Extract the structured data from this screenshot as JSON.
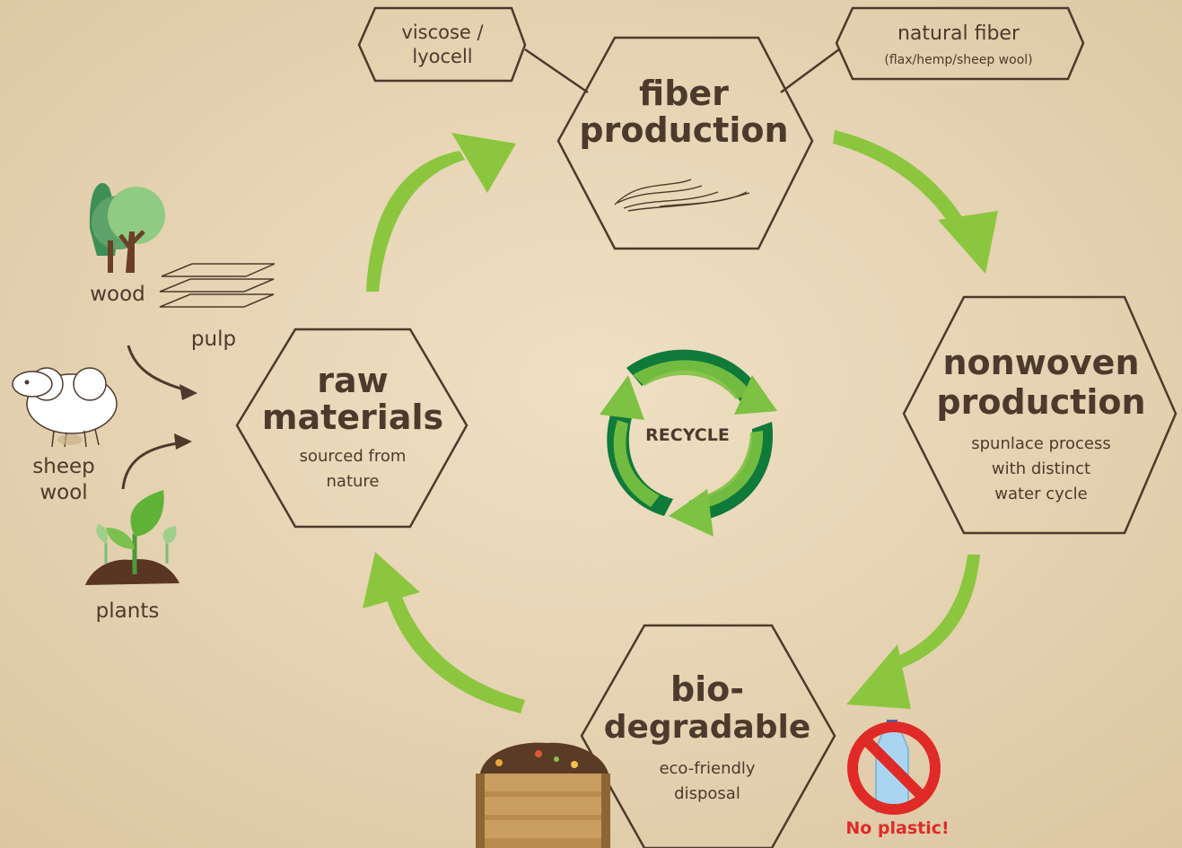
{
  "stages": {
    "fiber": {
      "title_1": "fiber",
      "title_2": "production"
    },
    "raw": {
      "title_1": "raw",
      "title_2": "materials",
      "sub_1": "sourced from",
      "sub_2": "nature"
    },
    "nonwoven": {
      "title_1": "nonwoven",
      "title_2": "production",
      "sub_1": "spunlace process",
      "sub_2": "with distinct",
      "sub_3": "water cycle"
    },
    "bio": {
      "title_1": "bio-",
      "title_2": "degradable",
      "sub_1": "eco-friendly",
      "sub_2": "disposal"
    }
  },
  "callouts": {
    "viscose_1": "viscose /",
    "viscose_2": "lyocell",
    "natural_1": "natural fiber",
    "natural_2": "(flax/hemp/sheep wool)"
  },
  "sources": {
    "wood": "wood",
    "pulp": "pulp",
    "sheep_1": "sheep",
    "sheep_2": "wool",
    "plants": "plants"
  },
  "center": {
    "label": "RECYCLE"
  },
  "no_plastic": "No plastic!",
  "icons": [
    "tree-icon",
    "pulp-sheets-icon",
    "sheep-icon",
    "sprout-icon",
    "fiber-wave-icon",
    "compost-crate-icon",
    "no-plastic-bottle-icon",
    "recycle-icon"
  ],
  "colors": {
    "background": "#e7d5b6",
    "text": "#4e3a2c",
    "arrow_green": "#8cc63f",
    "recycle_dark": "#0f7a3a",
    "recycle_light": "#7dc242",
    "prohibit_red": "#e02a27"
  }
}
